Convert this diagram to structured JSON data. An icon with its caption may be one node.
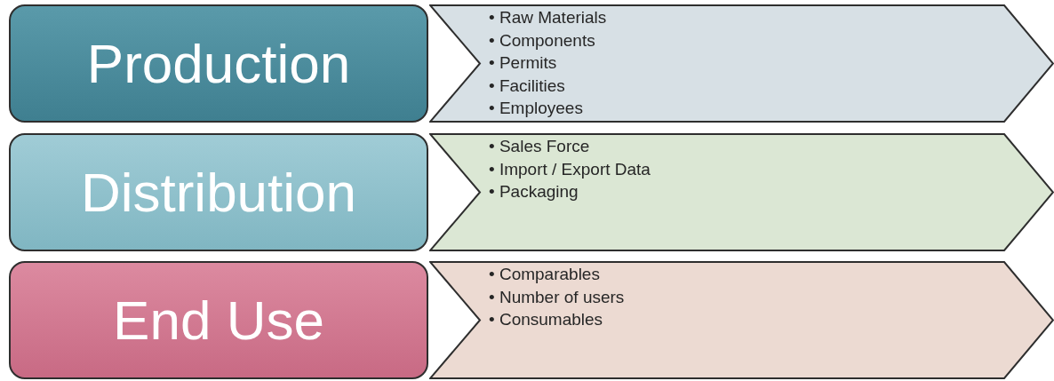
{
  "diagram": {
    "nodes": [
      {
        "text": [
          "Production"
        ]
      },
      {
        "text": [
          "• Raw Materials",
          "• Components",
          "• Permits",
          "• Facilities",
          "• Employees"
        ]
      },
      {
        "text": [
          "Distribution"
        ]
      },
      {
        "text": [
          "• Sales Force",
          "• Import / Export Data",
          "• Packaging"
        ]
      },
      {
        "text": [
          "End Use"
        ]
      },
      {
        "text": [
          "• Comparables",
          "• Number of users",
          "• Consumables"
        ]
      }
    ],
    "edges": []
  }
}
